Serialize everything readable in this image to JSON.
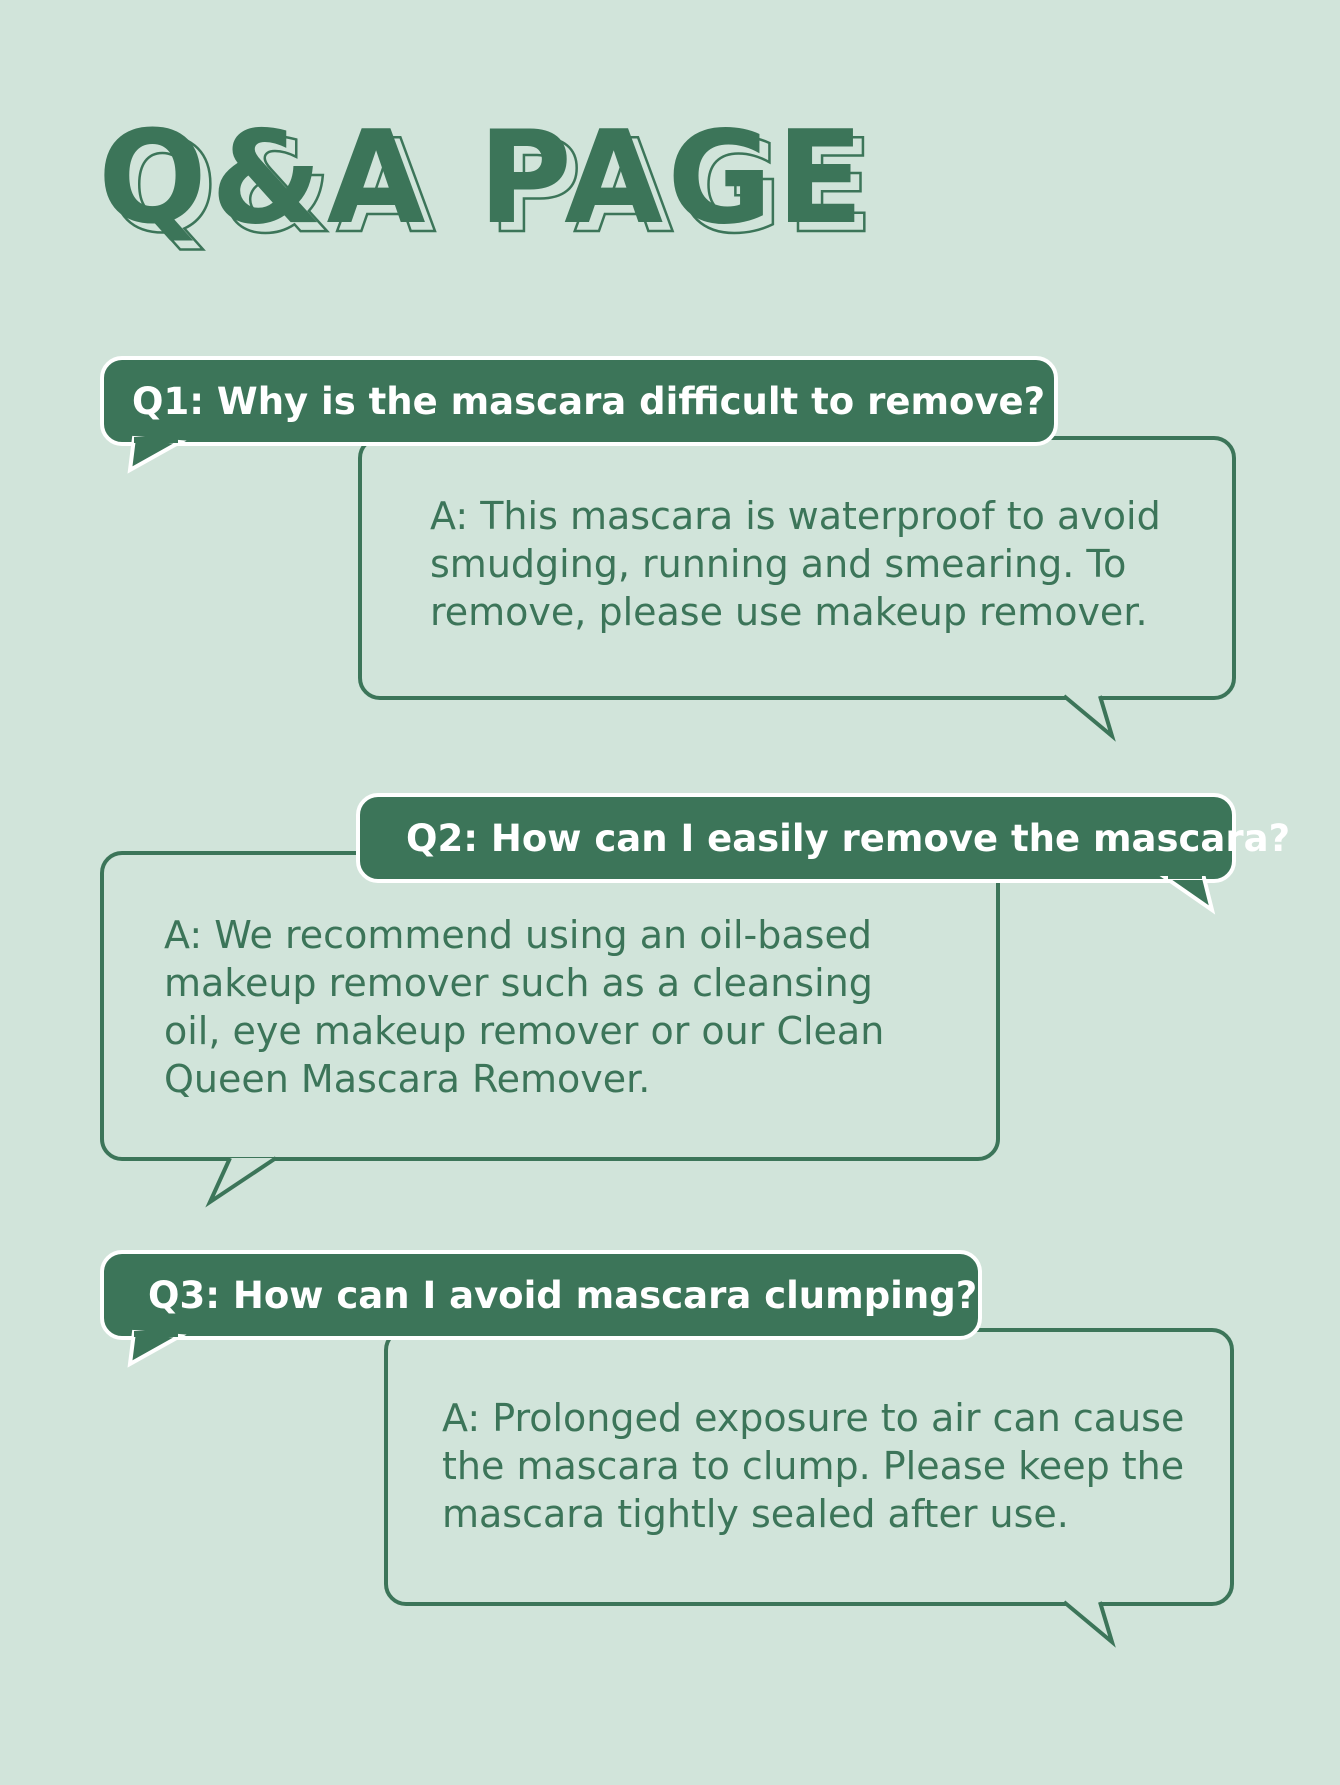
{
  "title": "Q&A PAGE",
  "colors": {
    "background": "#d1e4da",
    "accent": "#3c7559",
    "question_text": "#ffffff"
  },
  "qa": [
    {
      "question": "Q1: Why is the mascara difficult to remove?",
      "answer_lines": [
        "A: This mascara is waterproof to avoid",
        "smudging, running and smearing. To",
        "remove, please use makeup remover."
      ]
    },
    {
      "question": "Q2: How can I easily remove the mascara?",
      "answer_lines": [
        "A: We recommend using an oil-based",
        "makeup remover such as a cleansing",
        "oil, eye makeup remover or our Clean",
        "Queen Mascara Remover."
      ]
    },
    {
      "question": "Q3: How can I avoid mascara clumping?",
      "answer_lines": [
        "A: Prolonged exposure to air can cause",
        "the mascara to clump. Please keep the",
        "mascara tightly sealed after use."
      ]
    }
  ]
}
